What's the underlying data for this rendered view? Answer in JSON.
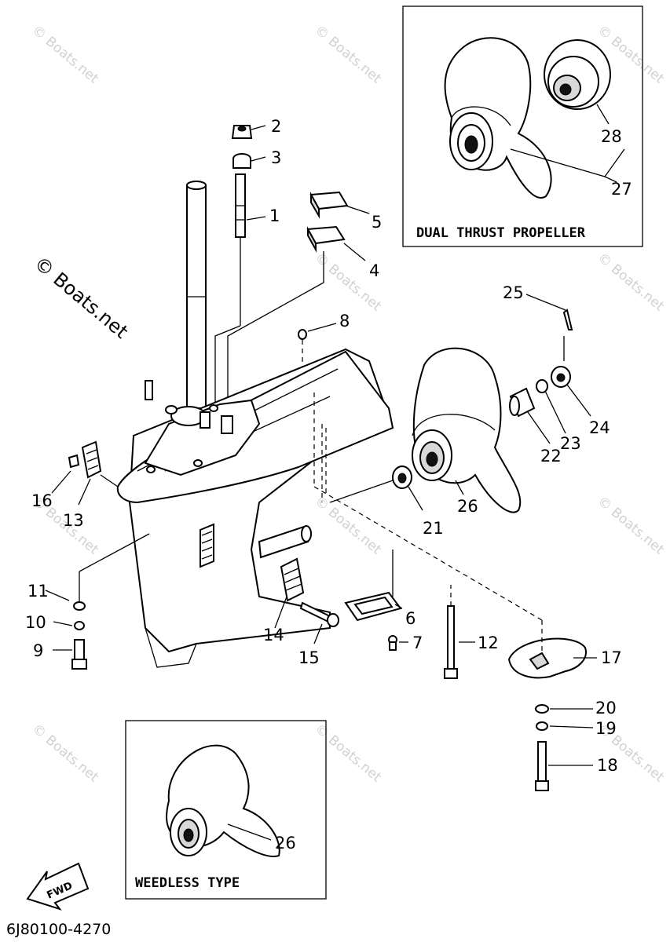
{
  "callouts": [
    "1",
    "2",
    "3",
    "4",
    "5",
    "6",
    "7",
    "8",
    "9",
    "10",
    "11",
    "12",
    "13",
    "14",
    "15",
    "16",
    "17",
    "18",
    "19",
    "20",
    "21",
    "22",
    "23",
    "24",
    "25",
    "26",
    "27",
    "28"
  ],
  "inset_dual": {
    "title": "DUAL THRUST PROPELLER",
    "labels": [
      "28",
      "27"
    ]
  },
  "inset_weedless": {
    "title": "WEEDLESS TYPE",
    "label": "26"
  },
  "watermark": {
    "copyright": "© Boats.net",
    "mark": "© Boats.net"
  },
  "fwd_label": "FWD",
  "diagram_code": "6J80100-4270",
  "icons": {
    "fwd_arrow": "fwd-arrow-icon"
  },
  "colors": {
    "line": "#000000",
    "background": "#ffffff",
    "watermark": "#9a9a9a"
  }
}
